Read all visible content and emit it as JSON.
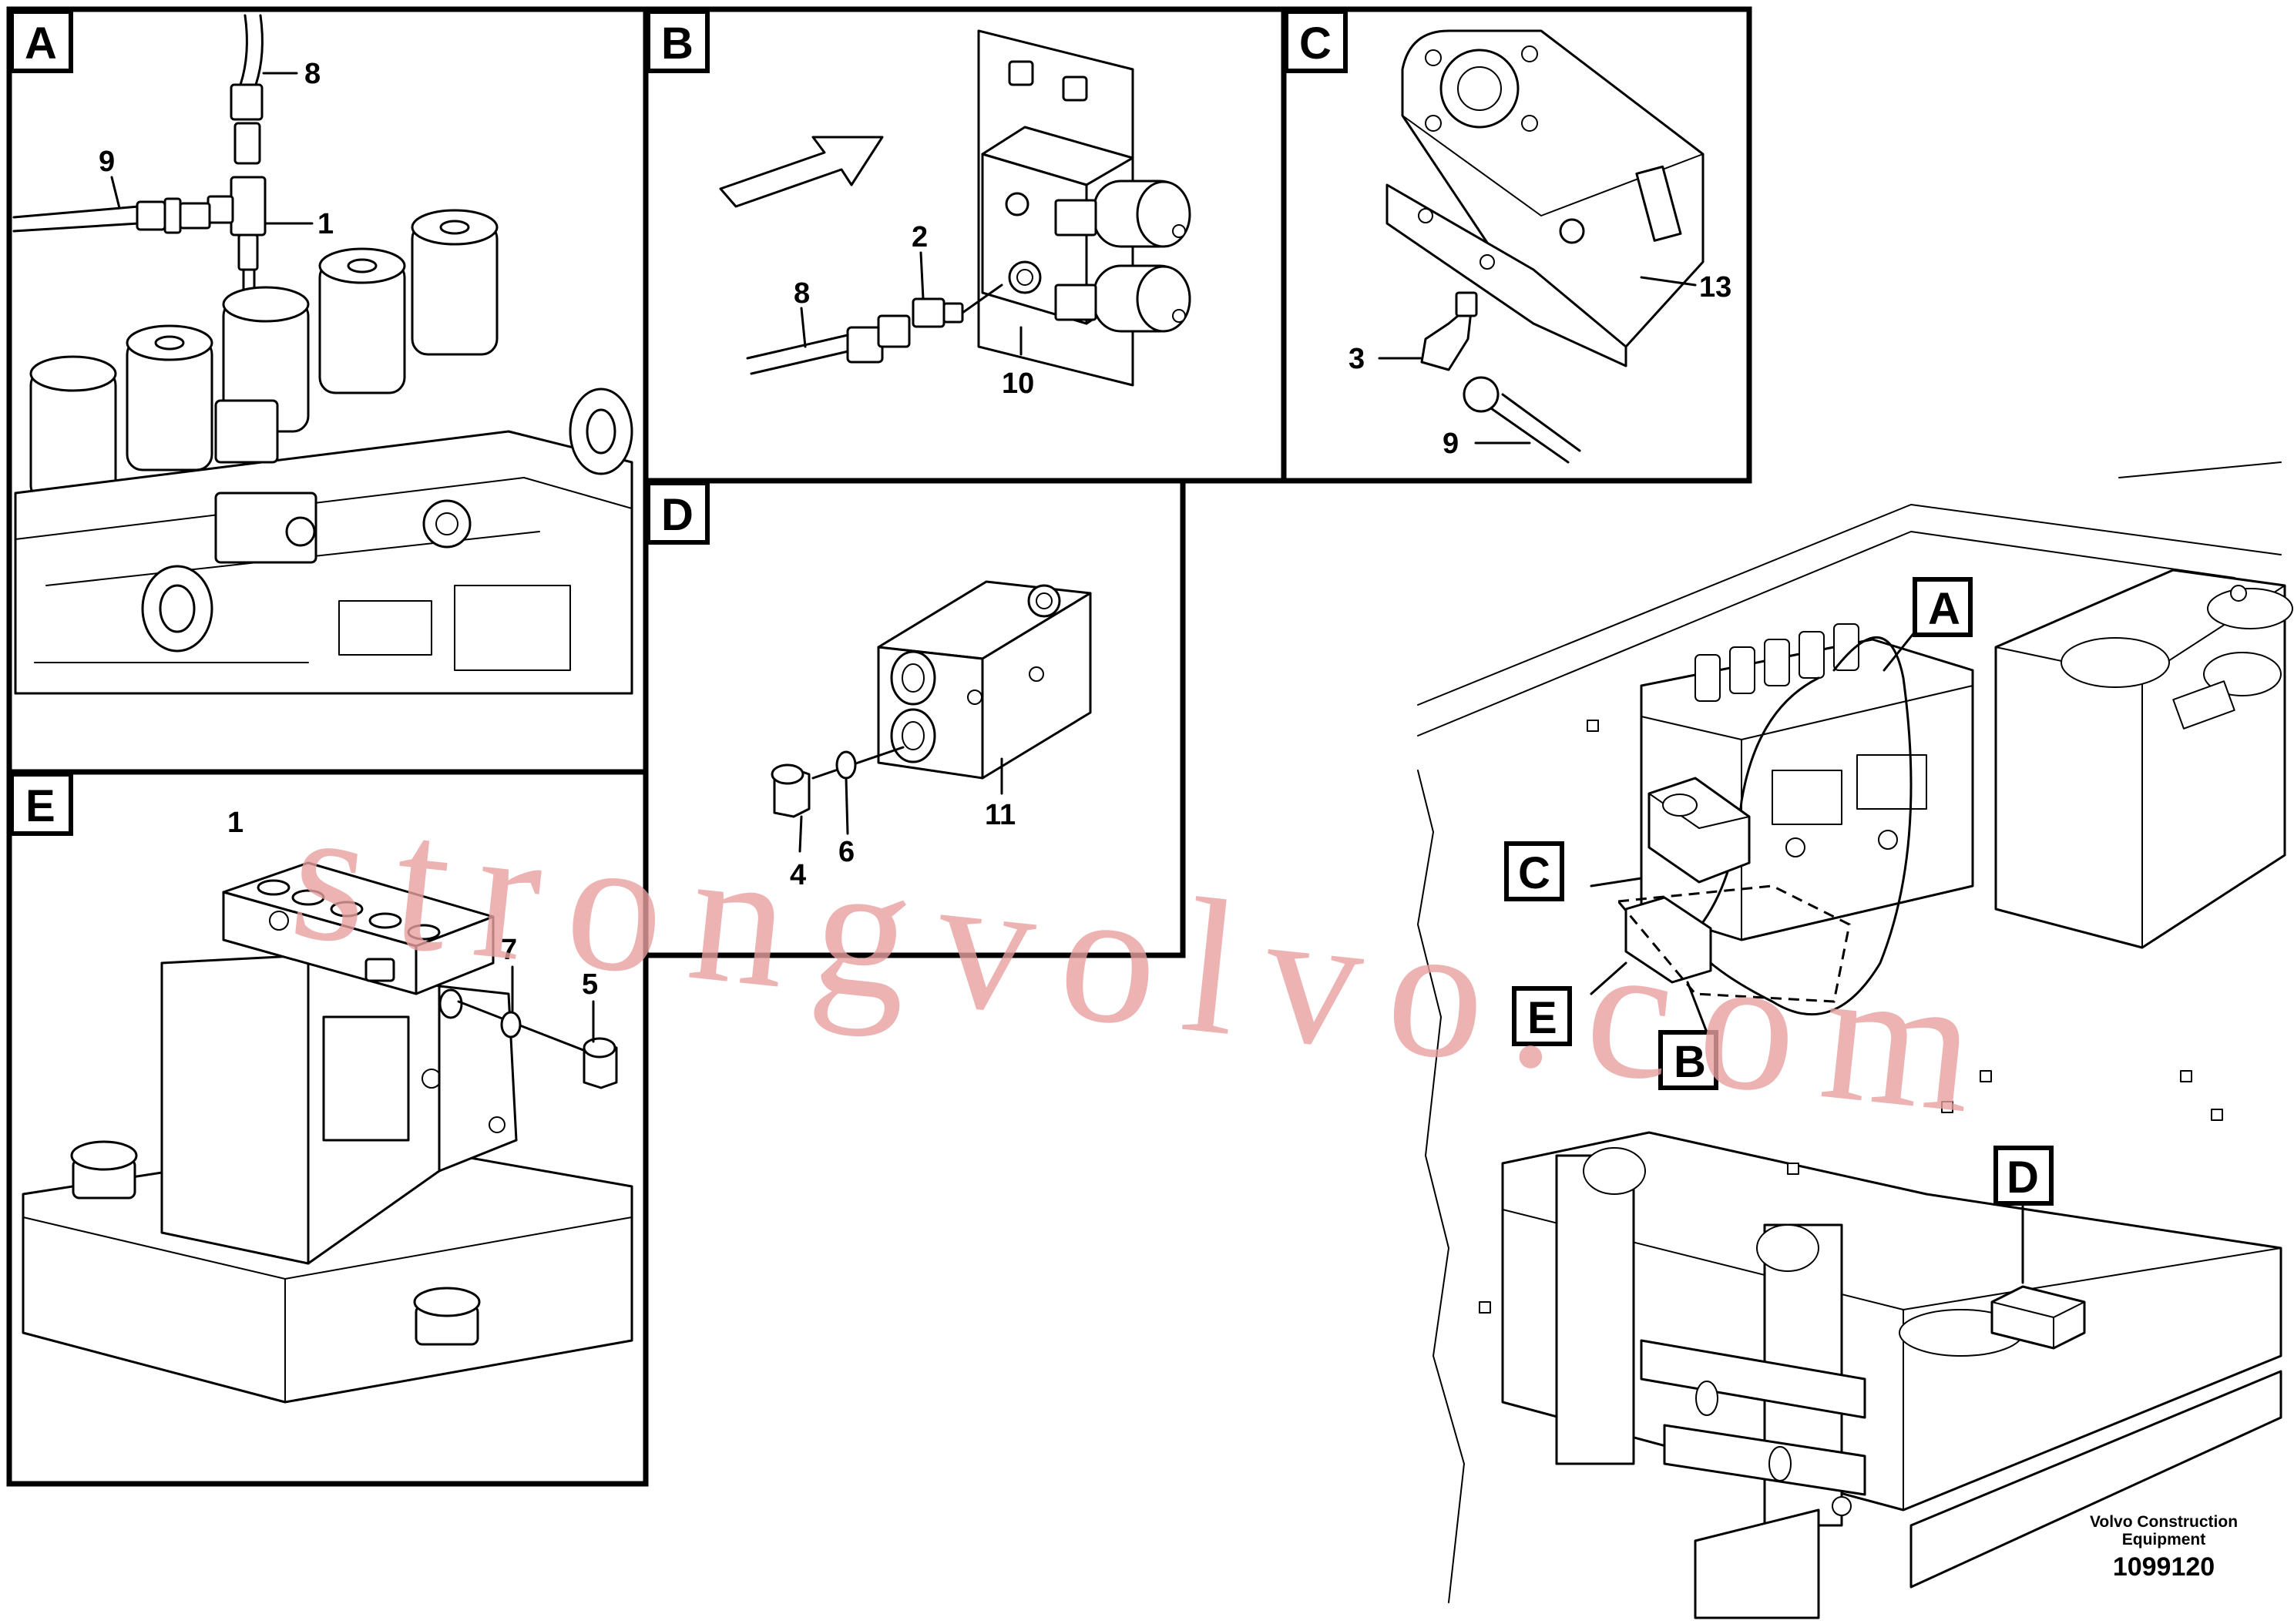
{
  "panels": [
    {
      "id": "A",
      "label": "A"
    },
    {
      "id": "B",
      "label": "B"
    },
    {
      "id": "C",
      "label": "C"
    },
    {
      "id": "D",
      "label": "D"
    },
    {
      "id": "E",
      "label": "E"
    }
  ],
  "overview_tags": {
    "A": "A",
    "B": "B",
    "C": "C",
    "D": "D",
    "E": "E"
  },
  "callouts": {
    "a_8": "8",
    "a_9": "9",
    "a_1": "1",
    "b_2": "2",
    "b_8": "8",
    "b_10": "10",
    "c_13": "13",
    "c_3": "3",
    "c_9": "9",
    "d_4": "4",
    "d_6": "6",
    "d_11": "11",
    "e_1": "1",
    "e_7": "7",
    "e_5": "5"
  },
  "caption": {
    "line1": "Volvo Construction",
    "line2": "Equipment"
  },
  "doc_number": "1099120",
  "watermark": "strongvolvo.com",
  "colors": {
    "line": "#000000",
    "background": "#ffffff",
    "watermark": "#e9a0a0"
  }
}
